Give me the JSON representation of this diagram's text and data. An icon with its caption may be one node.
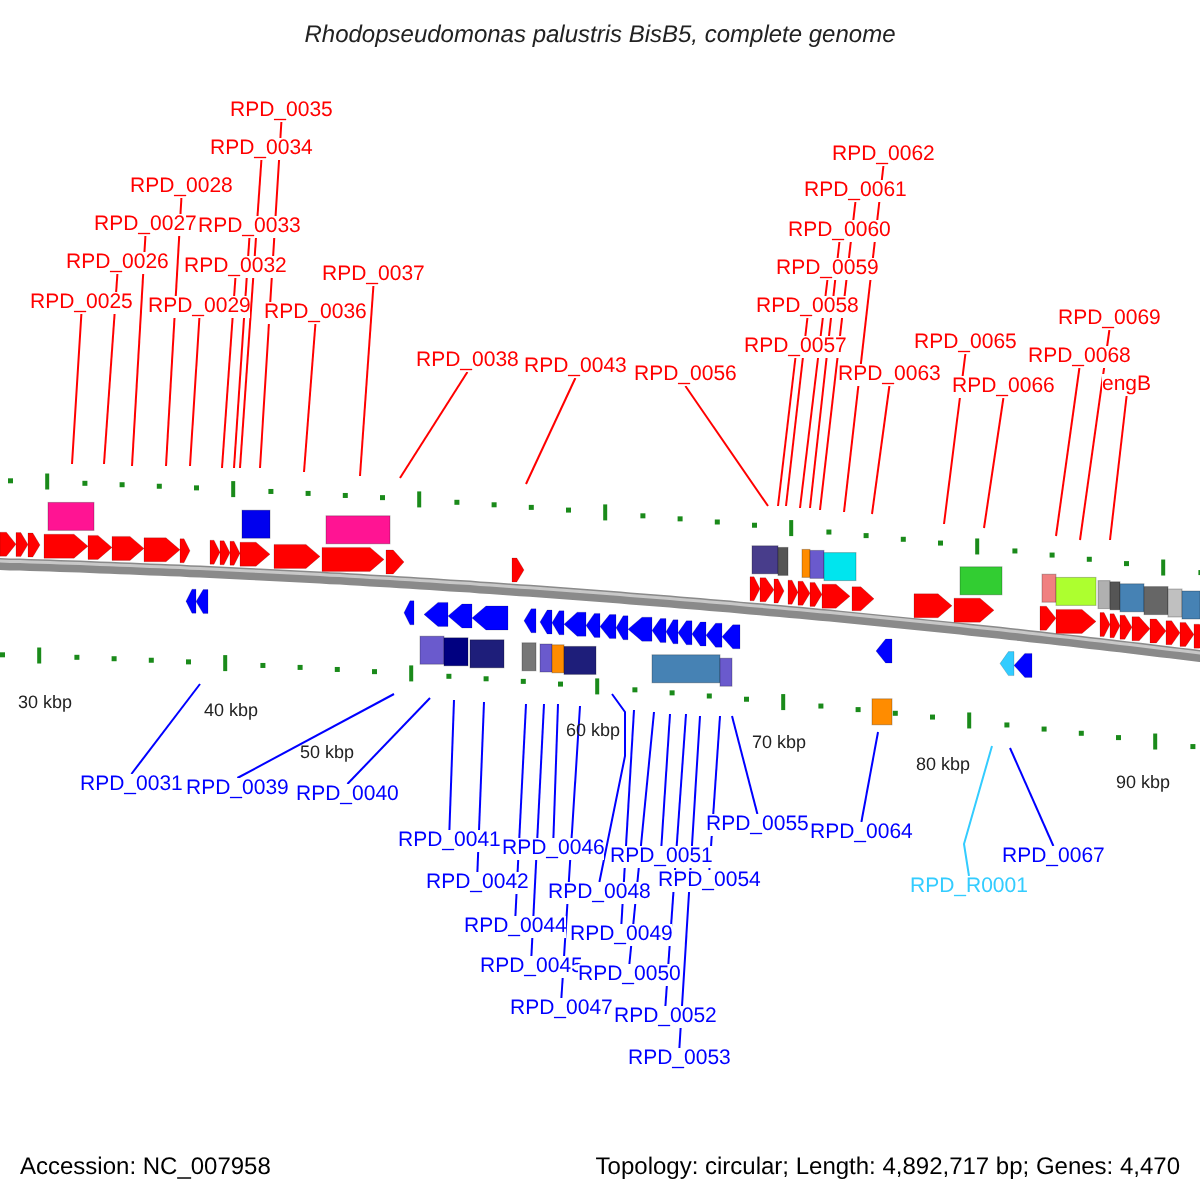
{
  "diagram": {
    "title": "Rhodopseudomonas palustris BisB5, complete genome",
    "nodes": [
      {
        "text": [
          "RPD_0025"
        ]
      },
      {
        "text": [
          "RPD_0026"
        ]
      },
      {
        "text": [
          "RPD_0027"
        ]
      },
      {
        "text": [
          "RPD_0028"
        ]
      },
      {
        "text": [
          "RPD_0029"
        ]
      },
      {
        "text": [
          "RPD_0032"
        ]
      },
      {
        "text": [
          "RPD_0033"
        ]
      },
      {
        "text": [
          "RPD_0034"
        ]
      },
      {
        "text": [
          "RPD_0035"
        ]
      },
      {
        "text": [
          "RPD_0036"
        ]
      },
      {
        "text": [
          "RPD_0037"
        ]
      },
      {
        "text": [
          "RPD_0038"
        ]
      },
      {
        "text": [
          "RPD_0043"
        ]
      },
      {
        "text": [
          "RPD_0056"
        ]
      },
      {
        "text": [
          "RPD_0057"
        ]
      },
      {
        "text": [
          "RPD_0058"
        ]
      },
      {
        "text": [
          "RPD_0059"
        ]
      },
      {
        "text": [
          "RPD_0060"
        ]
      },
      {
        "text": [
          "RPD_0061"
        ]
      },
      {
        "text": [
          "RPD_0062"
        ]
      },
      {
        "text": [
          "RPD_0063"
        ]
      },
      {
        "text": [
          "RPD_0065"
        ]
      },
      {
        "text": [
          "RPD_0066"
        ]
      },
      {
        "text": [
          "RPD_0068"
        ]
      },
      {
        "text": [
          "RPD_0069"
        ]
      },
      {
        "text": [
          "engB"
        ]
      },
      {
        "text": [
          "RPD_0031"
        ]
      },
      {
        "text": [
          "RPD_0039"
        ]
      },
      {
        "text": [
          "RPD_0040"
        ]
      },
      {
        "text": [
          "RPD_0041"
        ]
      },
      {
        "text": [
          "RPD_0042"
        ]
      },
      {
        "text": [
          "RPD_0044"
        ]
      },
      {
        "text": [
          "RPD_0045"
        ]
      },
      {
        "text": [
          "RPD_0046"
        ]
      },
      {
        "text": [
          "RPD_0047"
        ]
      },
      {
        "text": [
          "RPD_0048"
        ]
      },
      {
        "text": [
          "RPD_0049"
        ]
      },
      {
        "text": [
          "RPD_0050"
        ]
      },
      {
        "text": [
          "RPD_0051"
        ]
      },
      {
        "text": [
          "RPD_0052"
        ]
      },
      {
        "text": [
          "RPD_0053"
        ]
      },
      {
        "text": [
          "RPD_0054"
        ]
      },
      {
        "text": [
          "RPD_0055"
        ]
      },
      {
        "text": [
          "RPD_0064"
        ]
      },
      {
        "text": [
          "RPD_R0001"
        ]
      },
      {
        "text": [
          "RPD_0067"
        ]
      }
    ],
    "edges": [
      {
        "from": 0,
        "to": null,
        "arrow": "none"
      },
      {
        "from": 1,
        "to": null,
        "arrow": "none"
      },
      {
        "from": 2,
        "to": null,
        "arrow": "none"
      },
      {
        "from": 3,
        "to": null,
        "arrow": "none"
      },
      {
        "from": 4,
        "to": null,
        "arrow": "none"
      },
      {
        "from": 5,
        "to": null,
        "arrow": "none"
      },
      {
        "from": 6,
        "to": null,
        "arrow": "none"
      },
      {
        "from": 7,
        "to": null,
        "arrow": "none"
      },
      {
        "from": 8,
        "to": null,
        "arrow": "none"
      },
      {
        "from": 9,
        "to": null,
        "arrow": "none"
      },
      {
        "from": 10,
        "to": null,
        "arrow": "none"
      },
      {
        "from": 11,
        "to": null,
        "arrow": "none"
      },
      {
        "from": 12,
        "to": null,
        "arrow": "none"
      },
      {
        "from": 13,
        "to": null,
        "arrow": "none"
      },
      {
        "from": 14,
        "to": null,
        "arrow": "none"
      },
      {
        "from": 15,
        "to": null,
        "arrow": "none"
      },
      {
        "from": 16,
        "to": null,
        "arrow": "none"
      },
      {
        "from": 17,
        "to": null,
        "arrow": "none"
      },
      {
        "from": 18,
        "to": null,
        "arrow": "none"
      },
      {
        "from": 19,
        "to": null,
        "arrow": "none"
      },
      {
        "from": 20,
        "to": null,
        "arrow": "none"
      },
      {
        "from": 21,
        "to": null,
        "arrow": "none"
      },
      {
        "from": 22,
        "to": null,
        "arrow": "none"
      },
      {
        "from": 23,
        "to": null,
        "arrow": "none"
      },
      {
        "from": 24,
        "to": null,
        "arrow": "none"
      },
      {
        "from": 25,
        "to": null,
        "arrow": "none"
      },
      {
        "from": 26,
        "to": null,
        "arrow": "none",
        "color": "#0000ff"
      },
      {
        "from": 27,
        "to": null,
        "arrow": "none",
        "color": "#0000ff"
      },
      {
        "from": 28,
        "to": null,
        "arrow": "none",
        "color": "#0000ff"
      },
      {
        "from": 29,
        "to": null,
        "arrow": "none",
        "color": "#0000ff"
      },
      {
        "from": 30,
        "to": null,
        "arrow": "none",
        "color": "#0000ff"
      },
      {
        "from": 31,
        "to": null,
        "arrow": "none",
        "color": "#0000ff"
      },
      {
        "from": 32,
        "to": null,
        "arrow": "none",
        "color": "#0000ff"
      },
      {
        "from": 33,
        "to": null,
        "arrow": "none",
        "color": "#0000ff"
      },
      {
        "from": 34,
        "to": null,
        "arrow": "none",
        "color": "#0000ff"
      },
      {
        "from": 35,
        "to": null,
        "arrow": "none",
        "color": "#0000ff"
      },
      {
        "from": 36,
        "to": null,
        "arrow": "none",
        "color": "#0000ff"
      },
      {
        "from": 37,
        "to": null,
        "arrow": "none",
        "color": "#0000ff"
      },
      {
        "from": 38,
        "to": null,
        "arrow": "none",
        "color": "#0000ff"
      },
      {
        "from": 39,
        "to": null,
        "arrow": "none",
        "color": "#0000ff"
      },
      {
        "from": 40,
        "to": null,
        "arrow": "none",
        "color": "#0000ff"
      },
      {
        "from": 41,
        "to": null,
        "arrow": "none",
        "color": "#0000ff"
      },
      {
        "from": 42,
        "to": null,
        "arrow": "none",
        "color": "#0000ff"
      },
      {
        "from": 43,
        "to": null,
        "arrow": "none",
        "color": "#0000ff"
      },
      {
        "from": 44,
        "to": null,
        "arrow": "none",
        "color": "#33ccff"
      },
      {
        "from": 45,
        "to": null,
        "arrow": "none",
        "color": "#0000ff"
      }
    ],
    "labels": [
      "30 kbp",
      "40 kbp",
      "50 kbp",
      "60 kbp",
      "70 kbp",
      "80 kbp",
      "90 kbp",
      "Accession: NC_007958",
      "Topology: circular; Length: 4,892,717 bp; Genes: 4,470"
    ]
  }
}
